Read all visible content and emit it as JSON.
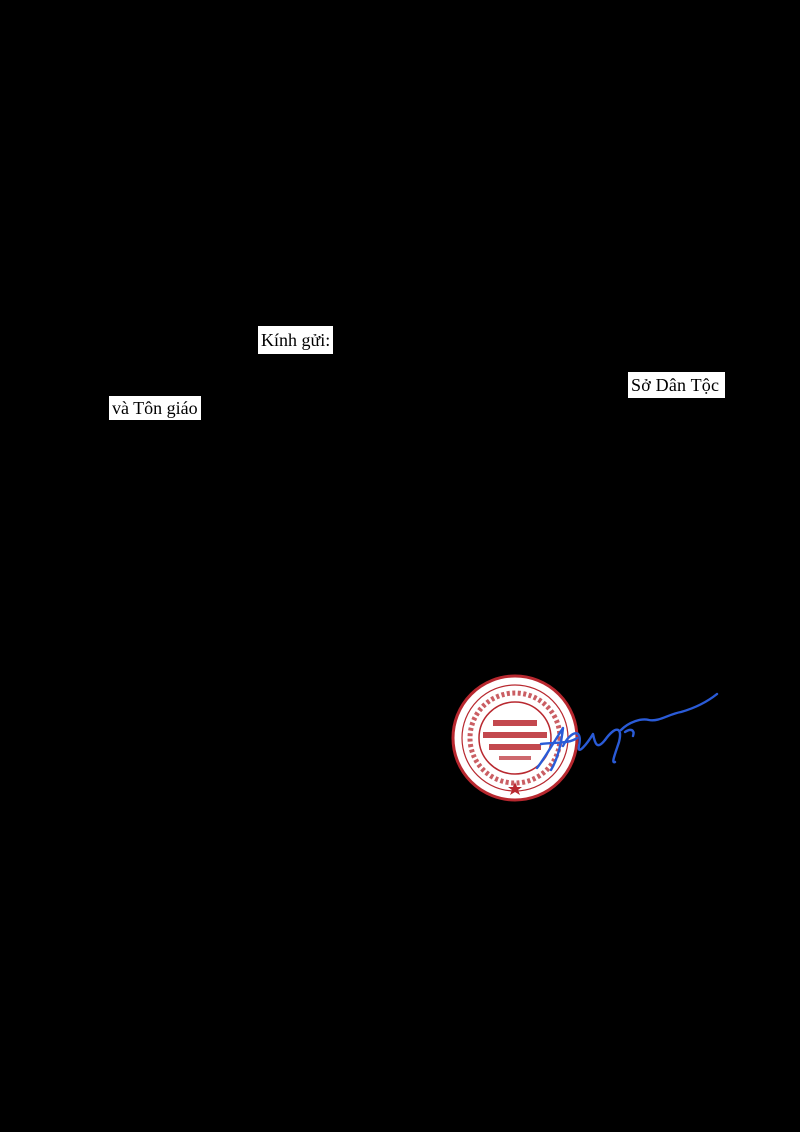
{
  "document": {
    "salutation": "Kính gửi:",
    "recipient_line1": "Sở Dân Tộc",
    "recipient_line2": "và Tôn giáo"
  },
  "stamp": {
    "icon": "official-seal-icon",
    "color": "#b8282f"
  },
  "signature": {
    "icon": "handwritten-signature-icon",
    "color": "#2a5bd7"
  },
  "colors": {
    "background": "#000000",
    "text_box": "#ffffff"
  }
}
